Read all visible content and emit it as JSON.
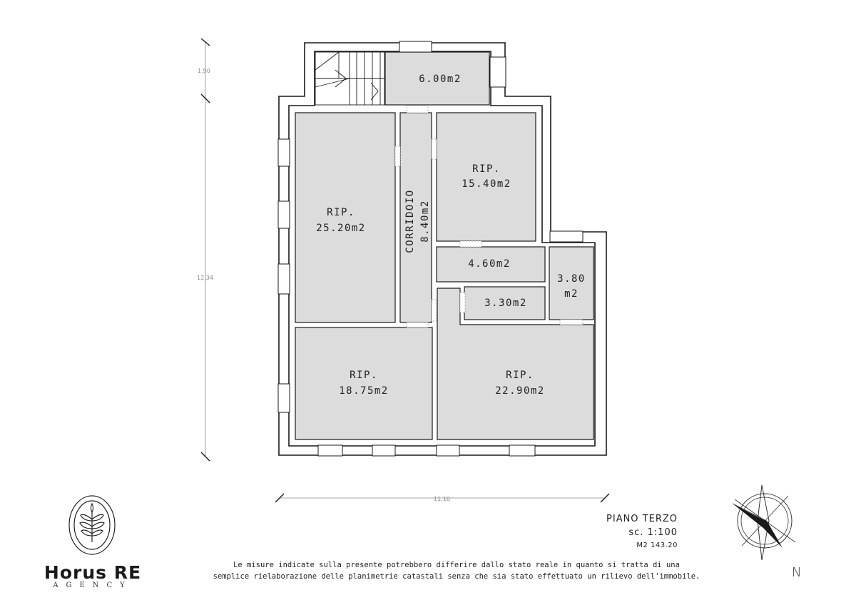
{
  "rooms": {
    "landing": {
      "line1": "6.00m2"
    },
    "rip_15_40": {
      "line1": "RIP.",
      "line2": "15.40m2"
    },
    "rip_25_20": {
      "line1": "RIP.",
      "line2": "25.20m2"
    },
    "corridor": {
      "line1": "CORRIDOIO",
      "line2": "8.40m2"
    },
    "room_4_60": {
      "line1": "4.60m2"
    },
    "room_3_80": {
      "line1": "3.80",
      "line2": "m2"
    },
    "room_3_30": {
      "line1": "3.30m2"
    },
    "rip_18_75": {
      "line1": "RIP.",
      "line2": "18.75m2"
    },
    "rip_22_90": {
      "line1": "RIP.",
      "line2": "22.90m2"
    }
  },
  "dimensions": {
    "top_vertical": "1,90",
    "main_vertical": "12,34",
    "horizontal": "11,10"
  },
  "title_block": {
    "level": "PIANO TERZO",
    "scale": "sc. 1:100",
    "area": "M2 143.20"
  },
  "disclaimer": {
    "line1": "Le misure indicate sulla presente potrebbero differire dallo stato reale in quanto si tratta di una",
    "line2": "semplice rielaborazione delle planimetrie catastali senza che sia stato effettuato un rilievo dell'immobile."
  },
  "brand": {
    "name": "Horus RE",
    "tagline": "AGENCY"
  },
  "compass": {
    "label": "N"
  },
  "colors": {
    "room_fill": "#dcdcdc",
    "wall": "#1a1a1a",
    "dimension": "#888888"
  }
}
